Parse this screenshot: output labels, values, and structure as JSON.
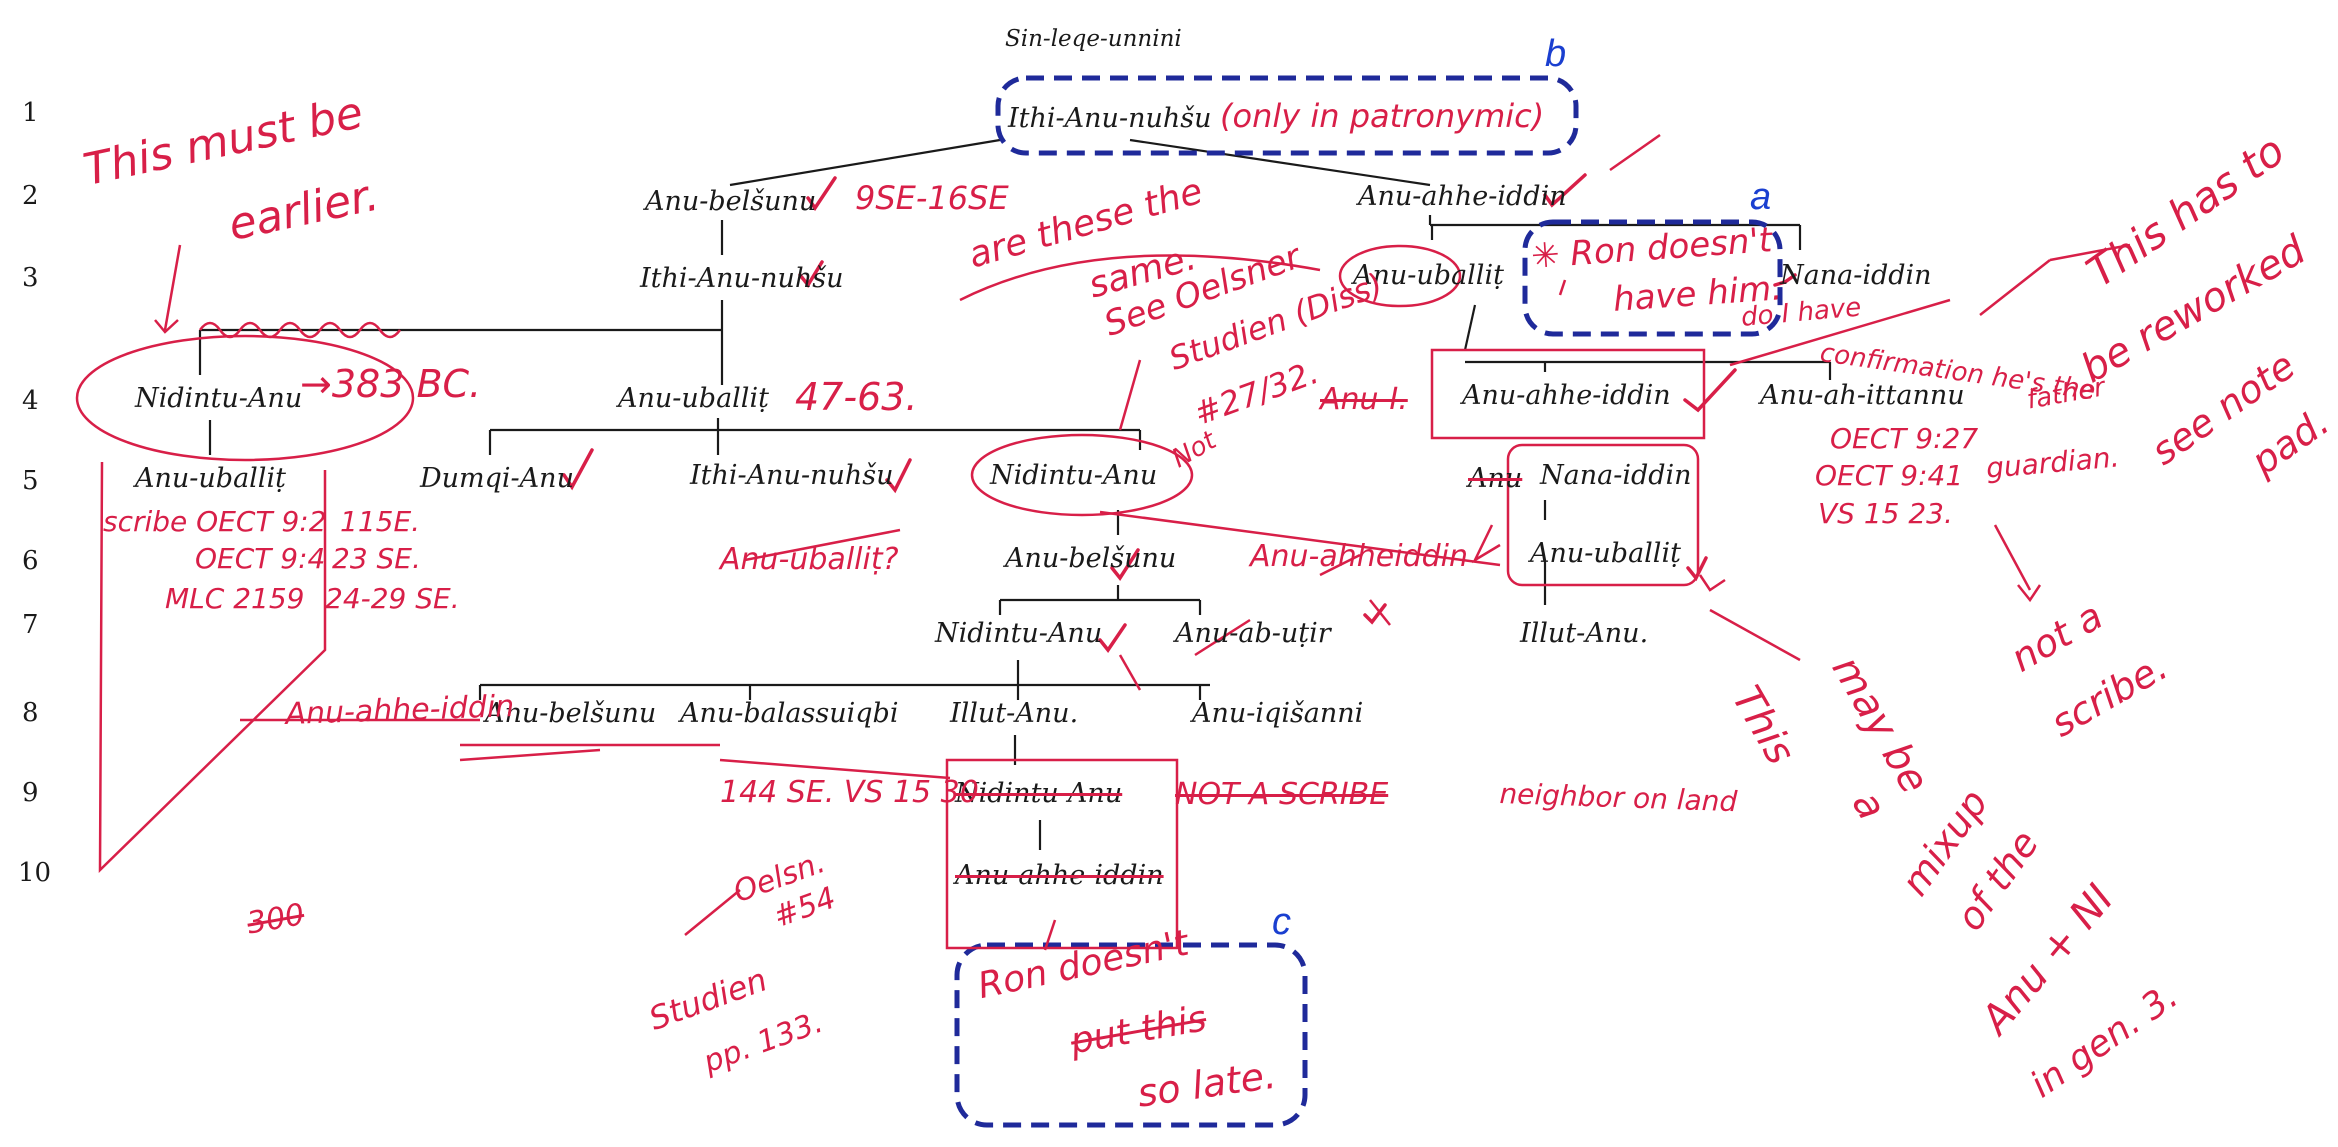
{
  "generations": [
    "1",
    "2",
    "3",
    "4",
    "5",
    "6",
    "7",
    "8",
    "9",
    "10"
  ],
  "names": {
    "sin_leqe_unnini": "Sin-leqe-unnini",
    "ithi_anu_nuhsu_g1": "Ithi-Anu-nuhšu",
    "anu_belsunu_g2": "Anu-belšunu",
    "anu_ahhe_iddin_g2": "Anu-ahhe-iddin",
    "ithi_anu_nuhsu_g3": "Ithi-Anu-nuhšu",
    "anu_uballit_g3": "Anu-uballiṭ",
    "nana_iddin_g3": "Nana-iddin",
    "nidintu_anu_g4": "Nidintu-Anu",
    "anu_uballit_g4": "Anu-uballiṭ",
    "anu_ahhe_iddin_g4": "Anu-ahhe-iddin",
    "anu_ah_ittannu_g4": "Anu-ah-ittannu",
    "anu_uballit_g5": "Anu-uballiṭ",
    "dumqi_anu_g5": "Dumqi-Anu",
    "ithi_anu_nuhsu_g5": "Ithi-Anu-nuhšu",
    "nidintu_anu_g5": "Nidintu-Anu",
    "anu_g5_struck": "Anu",
    "nana_iddin_g5": "Nana-iddin",
    "anu_belsunu_g6": "Anu-belšunu",
    "anu_uballit_g6": "Anu-uballiṭ",
    "nidintu_anu_g7": "Nidintu-Anu",
    "anu_ab_utir_g7": "Anu-ab-uṭir",
    "illut_anu_g7": "Illut-Anu.",
    "anu_belsunu_g8": "Anu-belšunu",
    "anu_balassuiqbi_g8": "Anu-balassuiqbi",
    "illut_anu_g8": "Illut-Anu.",
    "anu_iqisanni_g8": "Anu-iqišanni",
    "nidintu_anu_g9": "Nidintu-Anu",
    "anu_ahhe_iddin_g10": "Anu-ahhe-iddin"
  },
  "notes": {
    "only_in_patronymic": "(only in patronymic)",
    "this_must_be_earlier": [
      "This must be",
      "earlier."
    ],
    "dates_g2": "9SE-16SE",
    "are_these_same": [
      "are these the",
      "same."
    ],
    "see_oelsner": [
      "See Oelsner",
      "Studien (Diss)",
      "#27/32."
    ],
    "bc_383": "→383 BC.",
    "dates_g4": "47-63.",
    "not": "Not",
    "ron_doesnt_have_him": [
      "✳ Ron doesn't",
      "have him."
    ],
    "do_i_have_confirmation": [
      "do I have",
      "confirmation he's the",
      "father"
    ],
    "this_has_to_be_reworked": [
      "This has to",
      "be reworked",
      "see note",
      "pad."
    ],
    "anu_i": "Anu-I.",
    "oect_927": "OECT 9:27",
    "oect_941": "OECT 9:41",
    "vs_1523": "VS 15 23.",
    "guardian": "guardian.",
    "scribe_oect92": "scribe OECT 9:2",
    "oect_94": "OECT 9:4",
    "mlc_2159": "MLC 2159",
    "se_115": "115E.",
    "se_23": "23 SE.",
    "se_2429": "24-29 SE.",
    "anu_uballit_red": "Anu-uballiṭ?",
    "anu_ahheiddin_red": "Anu-ahheiddin",
    "not_a_scribe_right": [
      "not a",
      "scribe."
    ],
    "this_may_be_mixup": [
      "This",
      "may be",
      "a",
      "mixup",
      "of the",
      "Anu + NI",
      "in gen. 3."
    ],
    "anu_ahhe_iddin_red": "Anu-ahhe-iddin",
    "se_144_vs15": "144 SE. VS 15 30",
    "not_a_scribe_row9": "NOT A SCRIBE",
    "neighbor_on_land": "neighbor on land",
    "oelsner_54": [
      "Oelsn.",
      "#54"
    ],
    "studien_pp133": [
      "Studien",
      "pp. 133."
    ],
    "num_300": "300",
    "ron_doesnt_put_this_late": [
      "Ron doesn't",
      "put this",
      "so late."
    ]
  },
  "labels": {
    "a": "a",
    "b": "b",
    "c": "c"
  },
  "colors": {
    "ink_red": "#d81f48",
    "ink_black": "#1a1a1a",
    "box_blue": "#1f2a9a",
    "label_blue": "#1a3fd0"
  }
}
